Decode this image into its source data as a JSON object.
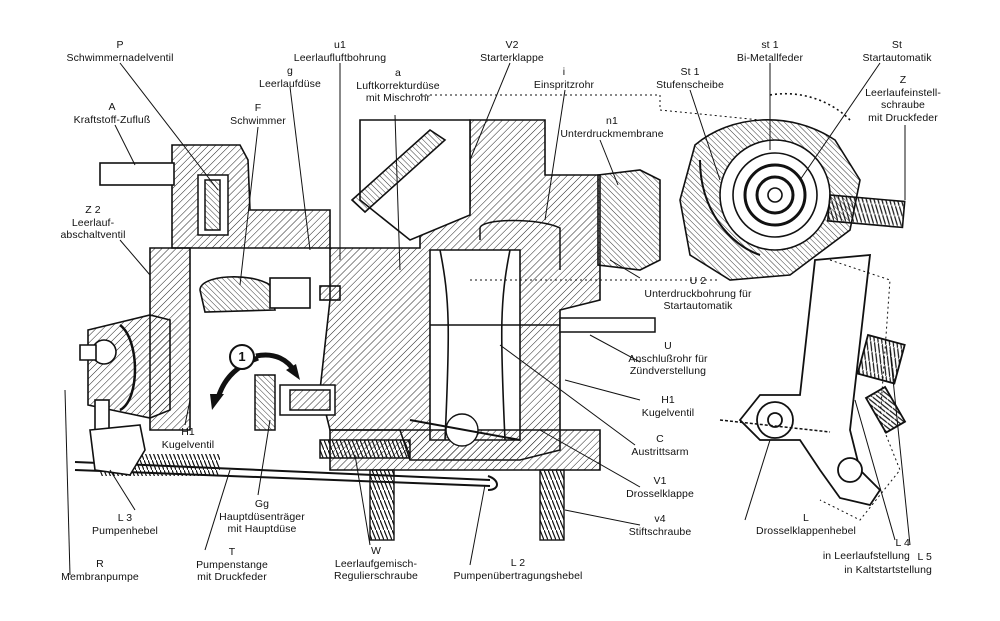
{
  "labels": {
    "P": {
      "code": "P",
      "text": "Schwimmernadelventil"
    },
    "u1": {
      "code": "u1",
      "text": "Leerlaufluftbohrung"
    },
    "V2": {
      "code": "V2",
      "text": "Starterklappe"
    },
    "i": {
      "code": "i",
      "text": "Einspritzrohr"
    },
    "g": {
      "code": "g",
      "text": "Leerlaufdüse"
    },
    "a": {
      "code": "a",
      "line1": "Luftkorrekturdüse",
      "line2": "mit Mischrohr"
    },
    "A": {
      "code": "A",
      "text": "Kraftstoff-Zufluß"
    },
    "F": {
      "code": "F",
      "text": "Schwimmer"
    },
    "st1": {
      "code": "st 1",
      "text": "Bi-Metallfeder"
    },
    "St": {
      "code": "St",
      "text": "Startautomatik"
    },
    "St1": {
      "code": "St 1",
      "text": "Stufenscheibe"
    },
    "Z": {
      "code": "Z",
      "line1": "Leerlaufeinstell-",
      "line2": "schraube",
      "line3": "mit Druckfeder"
    },
    "n1": {
      "code": "n1",
      "text": "Unterdruckmembrane"
    },
    "Z2": {
      "code": "Z 2",
      "line1": "Leerlauf-",
      "line2": "abschaltventil"
    },
    "U2": {
      "code": "U 2",
      "line1": "Unterdruckbohrung für",
      "line2": "Startautomatik"
    },
    "U": {
      "code": "U",
      "line1": "Anschlußrohr für",
      "line2": "Zündverstellung"
    },
    "H1r": {
      "code": "H1",
      "text": "Kugelventil"
    },
    "H1l": {
      "code": "H1",
      "text": "Kugelventil"
    },
    "C": {
      "code": "C",
      "text": "Austrittsarm"
    },
    "V1": {
      "code": "V1",
      "text": "Drosselklappe"
    },
    "v4": {
      "code": "v4",
      "text": "Stiftschraube"
    },
    "L2": {
      "code": "L 2",
      "text": "Pumpenübertragungshebel"
    },
    "W": {
      "code": "W",
      "line1": "Leerlaufgemisch-",
      "line2": "Regulierschraube"
    },
    "Gg": {
      "code": "Gg",
      "line1": "Hauptdüsenträger",
      "line2": "mit Hauptdüse"
    },
    "L3": {
      "code": "L 3",
      "text": "Pumpenhebel"
    },
    "T": {
      "code": "T",
      "line1": "Pumpenstange",
      "line2": "mit Druckfeder"
    },
    "R": {
      "code": "R",
      "text": "Membranpumpe"
    },
    "L": {
      "code": "L",
      "text": "Drosselklappenhebel"
    },
    "L4": {
      "code": "L 4",
      "text": "in Leerlaufstellung"
    },
    "L5": {
      "code": "L 5",
      "text": "in Kaltstartstellung"
    }
  },
  "flow_marker": "1",
  "colors": {
    "ink": "#111111",
    "hatch": "#333333",
    "paper": "#ffffff"
  }
}
